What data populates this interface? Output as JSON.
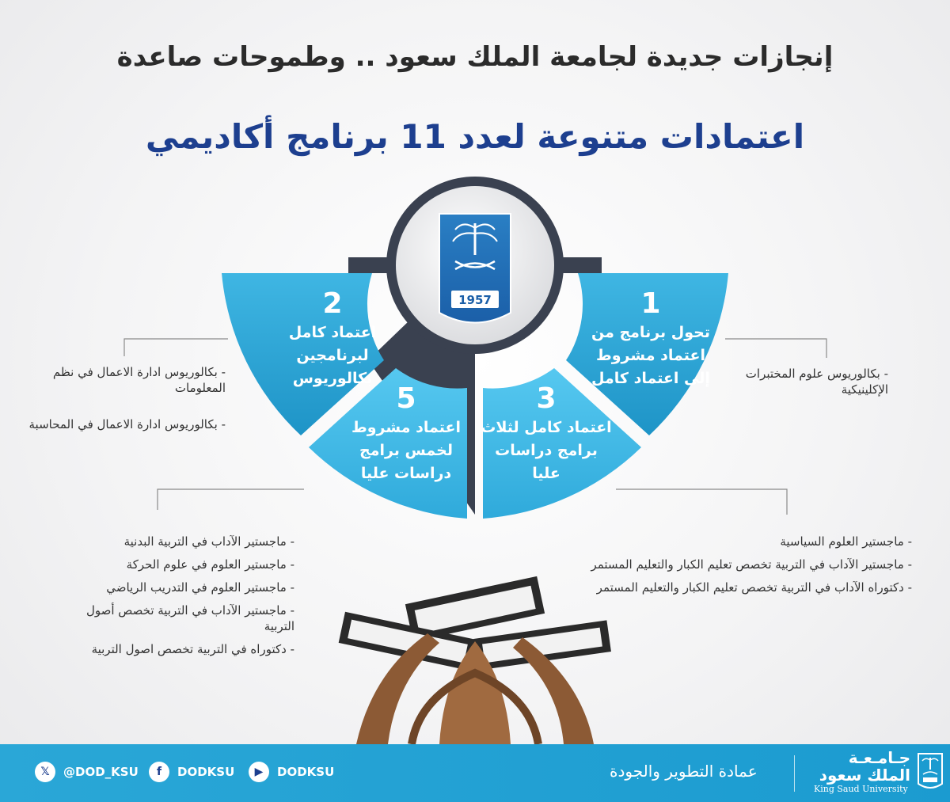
{
  "header": {
    "title": "إنجازات جديدة لجامعة الملك سعود .. وطموحات صاعدة",
    "subtitle": "اعتمادات متنوعة لعدد 11 برنامج أكاديمي"
  },
  "logo": {
    "year": "1957"
  },
  "segments": [
    {
      "number": "1",
      "label": "تحول برنامج من اعتماد مشروط إلى اعتماد كامل"
    },
    {
      "number": "2",
      "label": "اعتماد كامل لبرنامجين بكالوريوس"
    },
    {
      "number": "3",
      "label": "اعتماد كامل لثلاث برامج دراسات عليا"
    },
    {
      "number": "5",
      "label": "اعتماد مشروط لخمس برامج دراسات عليا"
    }
  ],
  "lists": {
    "seg1": [
      "بكالوريوس علوم المختبرات الإكلينيكية"
    ],
    "seg2": [
      "بكالوريوس ادارة الاعمال في نظم المعلومات",
      "بكالوريوس ادارة الاعمال في المحاسبة"
    ],
    "seg3": [
      "ماجستير العلوم السياسية",
      "ماجستير الآداب في التربية تخصص تعليم الكبار والتعليم المستمر",
      "دكتوراه الآداب في التربية تخصص تعليم الكبار والتعليم المستمر"
    ],
    "seg5": [
      "ماجستير الآداب في التربية البدنية",
      "ماجستير العلوم في علوم الحركة",
      "ماجستير العلوم في التدريب الرياضي",
      "ماجستير الآداب في التربية تخصص أصول التربية",
      "دكتوراه في التربية تخصص اصول التربية"
    ]
  },
  "footer": {
    "twitter": "@DOD_KSU",
    "facebook": "DODKSU",
    "youtube": "DODKSU",
    "deanship": "عمادة التطوير والجودة",
    "university_ar_1": "جـامـعـة",
    "university_ar_2": "الملك سعود",
    "university_en": "King Saud University"
  },
  "colors": {
    "segment_top": "#2aa3d3",
    "segment_bottom": "#4cc3ee",
    "navy": "#3a4150",
    "title_blue": "#1d3f8f",
    "footer": "#2aa7d7"
  }
}
